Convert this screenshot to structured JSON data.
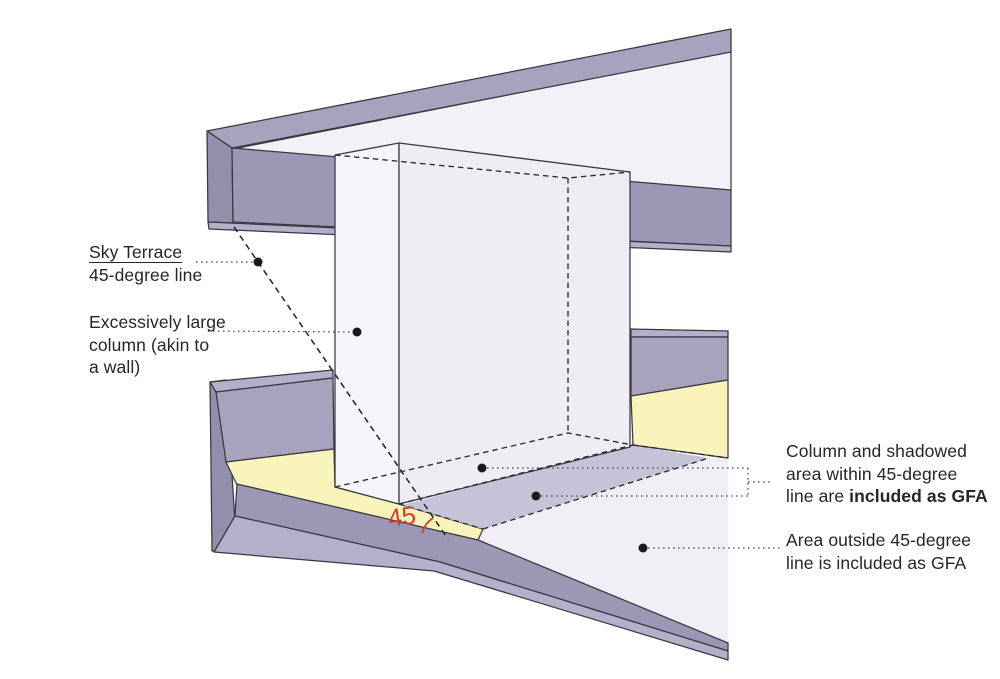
{
  "diagram": {
    "angle_label": "45",
    "callouts": {
      "sky_terrace": {
        "line1": "Sky Terrace",
        "line2": "45-degree line"
      },
      "large_column": {
        "line1": "Excessively large",
        "line2": "column (akin to",
        "line3": "a wall)"
      },
      "gfa_included": {
        "line1": "Column and shadowed",
        "line2": "area within 45-degree",
        "line3_normal": "line are ",
        "line3_bold": "included as GFA"
      },
      "gfa_outside": {
        "line1": "Area outside 45-degree",
        "line2": "line is included as GFA"
      }
    },
    "colors": {
      "slab": "#a7a2bd",
      "beam": "#9c97b4",
      "cap_dark": "#938ea9",
      "cap_light": "#b5b0c9",
      "surface_light": "#f3f0f7",
      "column_left": "#f7f4fa",
      "column_right": "#efecf4",
      "floor": "#f1eef6",
      "yellow": "#f8f4bc",
      "shadow": "#c6c3d8",
      "accent_red": "#d93b2b",
      "line": "#3a3742",
      "dash": "#2b2b2b",
      "leader": "#4a4a4a"
    }
  }
}
